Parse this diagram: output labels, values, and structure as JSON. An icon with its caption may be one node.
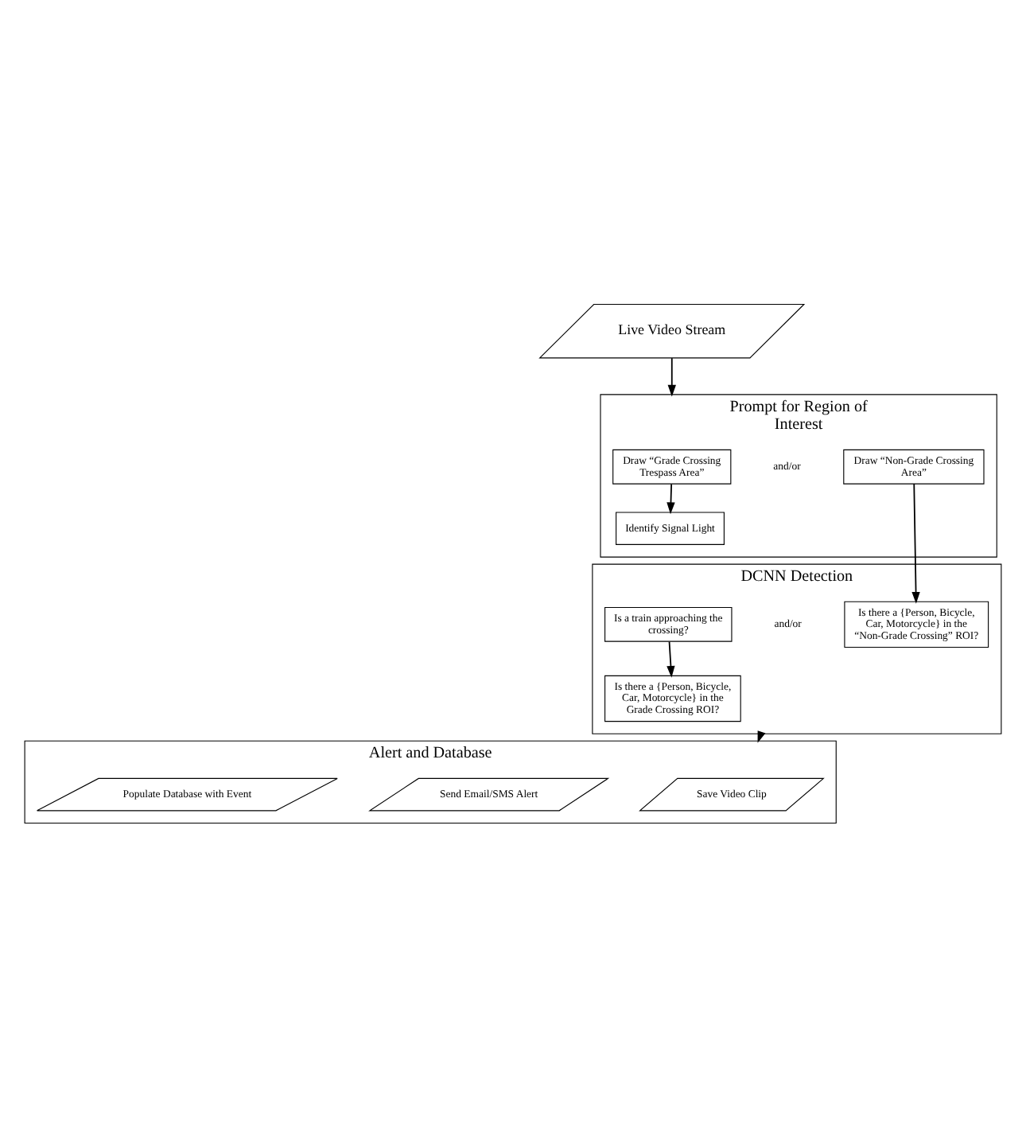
{
  "diagram": {
    "nodes": [
      {
        "text": [
          "Live Video Stream"
        ]
      },
      {
        "text": [
          "Prompt for Region of Interest"
        ]
      },
      {
        "text": [
          "Draw “Grade Crossing Trespass Area”"
        ],
        "in": 1
      },
      {
        "text": [
          "Identify Signal Light"
        ],
        "in": 1
      },
      {
        "text": [
          "Draw “Non-Grade Crossing Area”"
        ],
        "in": 1
      },
      {
        "text": [
          "DCNN Detection"
        ]
      },
      {
        "text": [
          "Is a train approaching the crossing?"
        ],
        "in": 5
      },
      {
        "text": [
          "Is there a {Person, Bicycle, Car, Motorcycle} in the Grade Crossing ROI?"
        ],
        "in": 5
      },
      {
        "text": [
          "Is there a {Person, Bicycle, Car, Motorcycle} in the “Non-Grade Crossing” ROI?"
        ],
        "in": 5
      },
      {
        "text": [
          "Alert and Database"
        ]
      },
      {
        "text": [
          "Save Video Clip"
        ],
        "in": 9
      },
      {
        "text": [
          "Send Email/SMS Alert"
        ],
        "in": 9
      },
      {
        "text": [
          "Populate Database with Event"
        ],
        "in": 9
      }
    ],
    "edges": [
      {
        "from": 0,
        "to": 1,
        "arrow": "to"
      },
      {
        "from": 2,
        "to": 3,
        "arrow": "to"
      },
      {
        "from": 4,
        "to": 8,
        "arrow": "to"
      },
      {
        "from": 6,
        "to": 7,
        "arrow": "to"
      },
      {
        "from": 5,
        "to": 9,
        "arrow": "to"
      }
    ],
    "labels": [
      "and/or",
      "and/or"
    ]
  }
}
